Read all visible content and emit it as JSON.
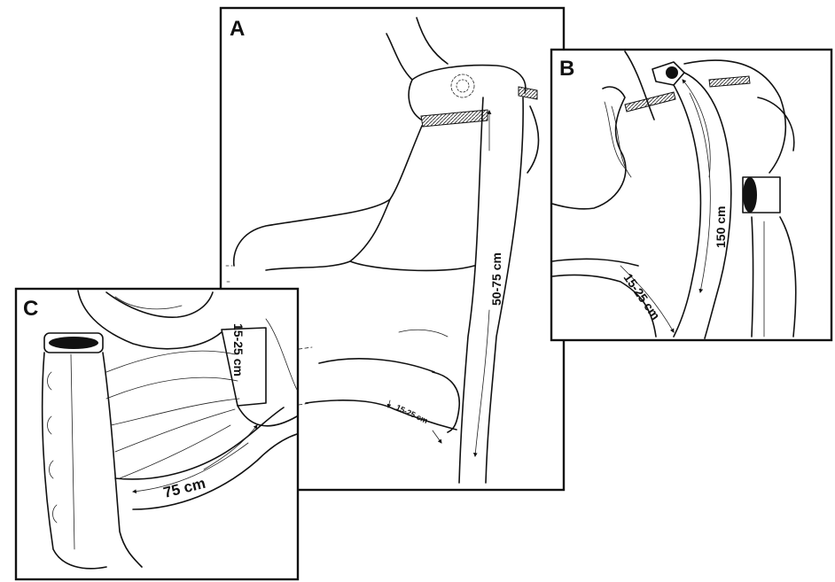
{
  "panels": {
    "a": {
      "letter": "A",
      "limb_label": "50-75 cm",
      "common_channel_label": "15-25 cm"
    },
    "b": {
      "letter": "B",
      "limb_label": "150 cm",
      "common_channel_label": "15-25 cm"
    },
    "c": {
      "letter": "C",
      "limb_label": "75 cm",
      "common_channel_label": "15-25 cm"
    }
  }
}
